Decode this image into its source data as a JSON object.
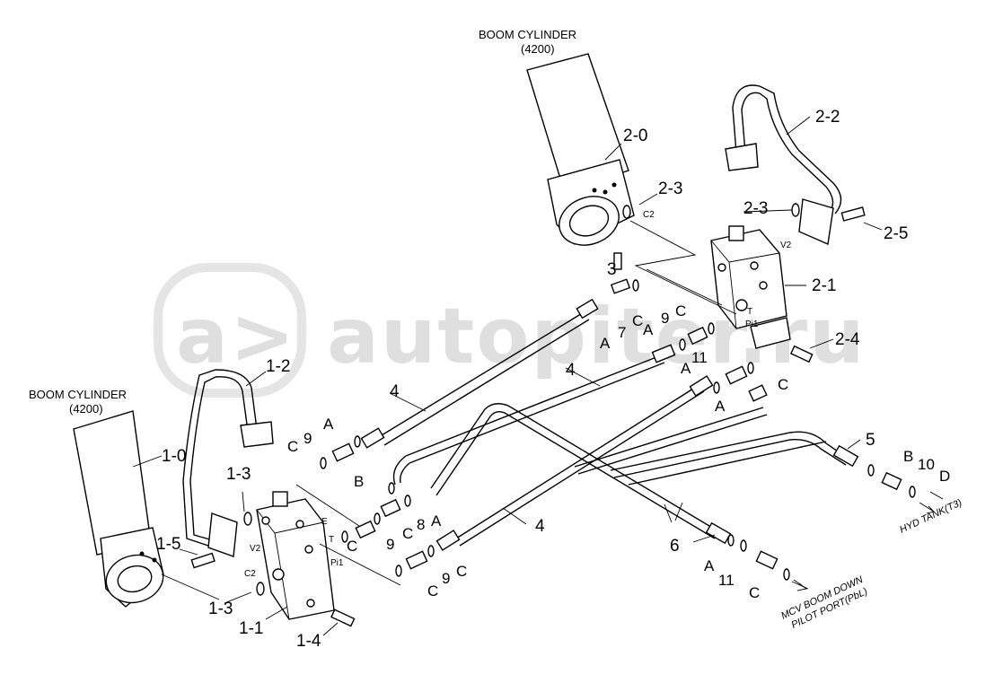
{
  "watermark": "autopiter.ru",
  "cylinders": {
    "upper_title": "BOOM CYLINDER",
    "upper_code": "(4200)",
    "lower_title": "BOOM CYLINDER",
    "lower_code": "(4200)"
  },
  "callouts": {
    "c2_0": "2-0",
    "c2_1": "2-1",
    "c2_2": "2-2",
    "c2_3a": "2-3",
    "c2_3b": "2-3",
    "c2_4": "2-4",
    "c2_5": "2-5",
    "c1_0": "1-0",
    "c1_1": "1-1",
    "c1_2": "1-2",
    "c1_3a": "1-3",
    "c1_3b": "1-3",
    "c1_4": "1-4",
    "c1_5": "1-5",
    "n3": "3",
    "n4a": "4",
    "n4b": "4",
    "n4c": "4",
    "n5": "5",
    "n6": "6",
    "n7": "7",
    "n8": "8",
    "n9a": "9",
    "n9b": "9",
    "n9c": "9",
    "n9d": "9",
    "n10": "10",
    "n11a": "11",
    "n11b": "11",
    "A1": "A",
    "A2": "A",
    "A3": "A",
    "A4": "A",
    "A5": "A",
    "A6": "A",
    "A7": "A",
    "B1": "B",
    "B2": "B",
    "C1": "C",
    "C2": "C",
    "C3": "C",
    "C4": "C",
    "C5": "C",
    "C6": "C",
    "C7": "C",
    "C8": "C",
    "C9": "C",
    "D1": "D"
  },
  "port_marks": {
    "c2_upper": "C2",
    "v2_upper": "V2",
    "t_upper": "T",
    "pi1_upper": "Pi1",
    "c2_lower": "C2",
    "v2_lower": "V2",
    "e_lower": "E",
    "t_lower": "T",
    "pi1_lower": "Pi1"
  },
  "destinations": {
    "hyd_tank": "HYD TANK(T3)",
    "mcv_line1": "MCV BOOM DOWN",
    "mcv_line2": "PILOT PORT(PbL)"
  }
}
